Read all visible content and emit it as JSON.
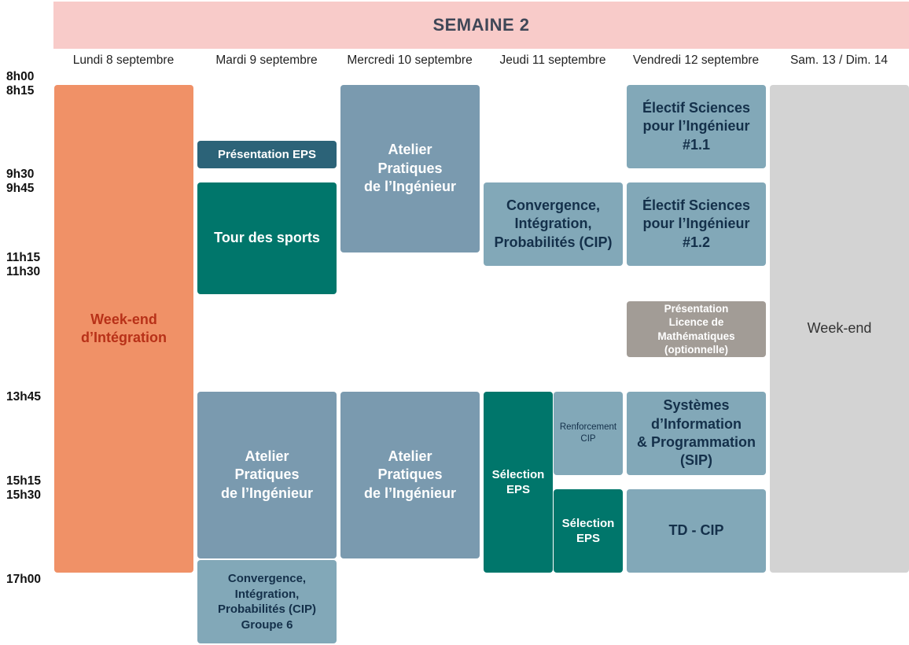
{
  "title": "SEMAINE 2",
  "days": [
    "Lundi 8 septembre",
    "Mardi 9 septembre",
    "Mercredi 10 septembre",
    "Jeudi 11 septembre",
    "Vendredi 12 septembre",
    "Sam. 13 / Dim. 14"
  ],
  "times": [
    "8h00",
    "8h15",
    "9h30",
    "9h45",
    "11h15",
    "11h30",
    "13h45",
    "15h15",
    "15h30",
    "17h00"
  ],
  "events": {
    "lundi_weekend": "Week-end\nd’Intégration",
    "mardi_presentation_eps": "Présentation EPS",
    "mardi_tour_sports": "Tour des sports",
    "mardi_atelier": "Atelier\nPratiques\nde l’Ingénieur",
    "mardi_cip_g6": "Convergence,\nIntégration,\nProbabilités (CIP)\nGroupe 6",
    "mercredi_atelier_am": "Atelier\nPratiques\nde l’Ingénieur",
    "mercredi_atelier_pm": "Atelier\nPratiques\nde l’Ingénieur",
    "jeudi_cip": "Convergence,\nIntégration,\nProbabilités (CIP)",
    "jeudi_selection_eps_1": "Sélection\nEPS",
    "jeudi_renforcement": "Renforcement\nCIP",
    "jeudi_selection_eps_2": "Sélection\nEPS",
    "vendredi_electif_11": "Électif Sciences\npour l’Ingénieur\n#1.1",
    "vendredi_electif_12": "Électif Sciences\npour l’Ingénieur\n#1.2",
    "vendredi_licence": "Présentation\nLicence de\nMathématiques\n(optionnelle)",
    "vendredi_sip": "Systèmes\nd’Information\n& Programmation\n(SIP)",
    "vendredi_td_cip": "TD - CIP",
    "weekend": "Week-end"
  }
}
